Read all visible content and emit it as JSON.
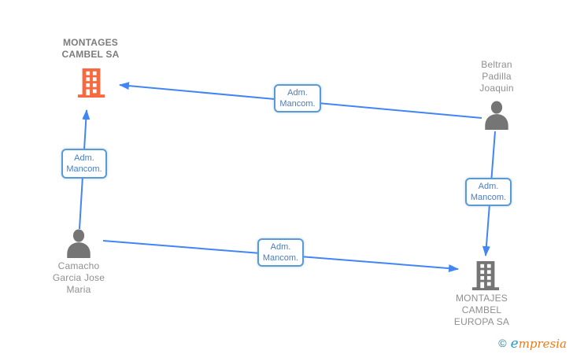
{
  "diagram": {
    "nodes": [
      {
        "id": "montages-cambel-sa",
        "type": "company",
        "icon": "building-icon",
        "highlighted": true,
        "lines": [
          "MONTAGES",
          "CAMBEL SA"
        ]
      },
      {
        "id": "beltran-padilla-joaquin",
        "type": "person",
        "icon": "person-icon",
        "highlighted": false,
        "lines": [
          "Beltran",
          "Padilla",
          "Joaquin"
        ]
      },
      {
        "id": "camacho-garcia-jose-maria",
        "type": "person",
        "icon": "person-icon",
        "highlighted": false,
        "lines": [
          "Camacho",
          "Garcia Jose",
          "Maria"
        ]
      },
      {
        "id": "montajes-cambel-europa-sa",
        "type": "company",
        "icon": "building-icon",
        "highlighted": false,
        "lines": [
          "MONTAJES",
          "CAMBEL",
          "EUROPA SA"
        ]
      }
    ],
    "edges": [
      {
        "from": "beltran-padilla-joaquin",
        "to": "montages-cambel-sa",
        "label_lines": [
          "Adm.",
          "Mancom."
        ]
      },
      {
        "from": "camacho-garcia-jose-maria",
        "to": "montages-cambel-sa",
        "label_lines": [
          "Adm.",
          "Mancom."
        ]
      },
      {
        "from": "camacho-garcia-jose-maria",
        "to": "montajes-cambel-europa-sa",
        "label_lines": [
          "Adm.",
          "Mancom."
        ]
      },
      {
        "from": "beltran-padilla-joaquin",
        "to": "montajes-cambel-europa-sa",
        "label_lines": [
          "Adm.",
          "Mancom."
        ]
      }
    ],
    "colors": {
      "arrow": "#4285f4",
      "edge_label_border": "#5b9bd5",
      "edge_label_text": "#4a7cc2",
      "company_highlight": "#f8693f",
      "icon_gray": "#757575",
      "text_gray": "#8f8f8f"
    }
  },
  "footer": {
    "copyright_symbol": "©",
    "brand_first_letter": "e",
    "brand_rest": "mpresia"
  }
}
